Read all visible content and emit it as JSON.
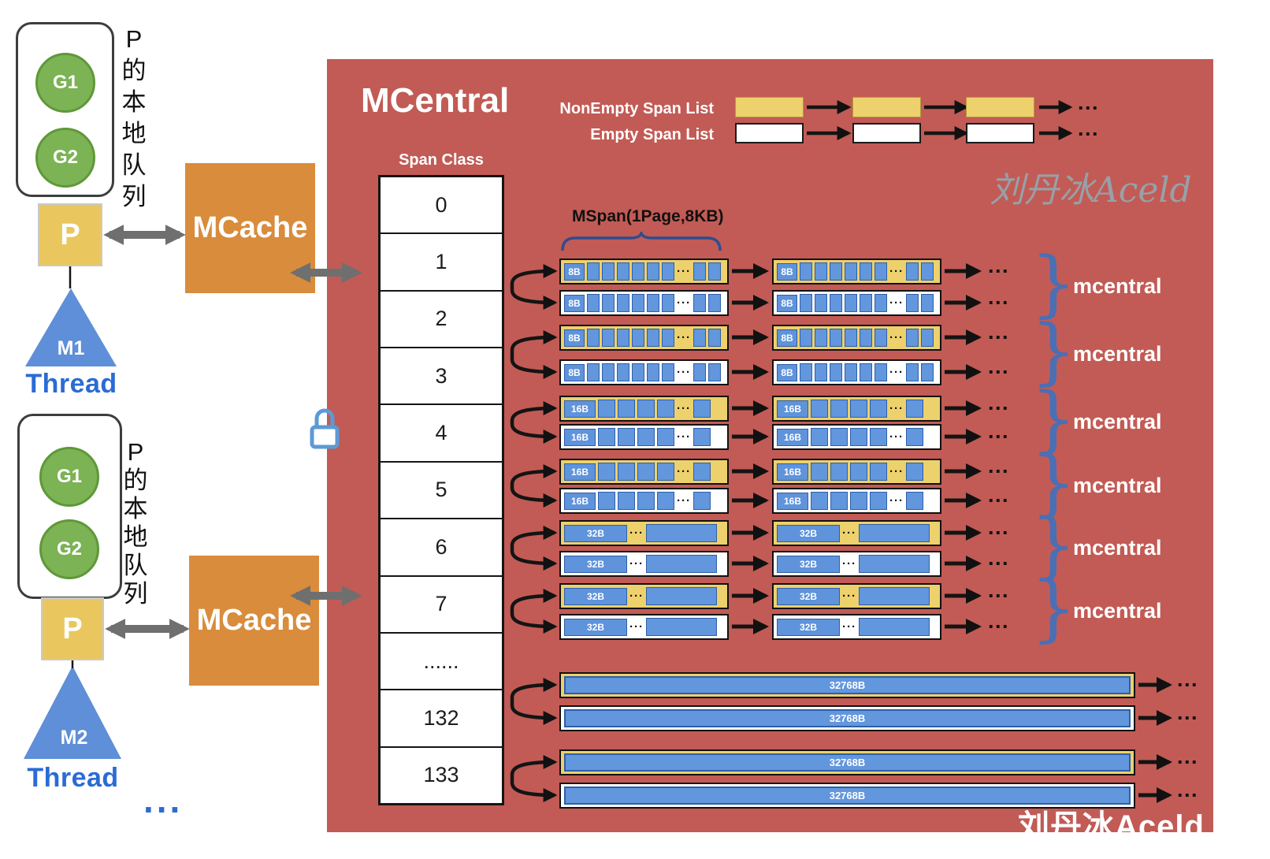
{
  "left": {
    "groups": [
      {
        "goroutines": [
          "G1",
          "G2"
        ],
        "queue_label": "P\n的\n本\n地\n队\n列",
        "p": "P",
        "m": "M1",
        "thread": "Thread"
      },
      {
        "goroutines": [
          "G1",
          "G2"
        ],
        "queue_label": "P\n的\n本\n地\n队\n列",
        "p": "P",
        "m": "M2",
        "thread": "Thread"
      }
    ],
    "ellipsis": "..."
  },
  "mcache_label": "MCache",
  "mcentral": {
    "title": "MCentral",
    "watermark": "刘丹冰Aceld",
    "legend": {
      "nonempty_label": "NonEmpty Span List",
      "empty_label": "Empty Span List",
      "box_count": 3,
      "ellipsis": "···"
    },
    "span_class": {
      "header": "Span Class",
      "cells": [
        "0",
        "1",
        "2",
        "3",
        "4",
        "5",
        "6",
        "7",
        "......",
        "132",
        "133"
      ]
    },
    "mspan_note": "MSpan(1Page,8KB)",
    "span_groups": [
      {
        "size": "8B"
      },
      {
        "size": "8B"
      },
      {
        "size": "16B"
      },
      {
        "size": "16B"
      },
      {
        "size": "32B"
      },
      {
        "size": "32B"
      },
      {
        "size": "32768B"
      },
      {
        "size": "32768B"
      }
    ],
    "brace_label": "mcentral",
    "row_ellipsis": "···"
  },
  "watermark_bottom": "刘丹冰Aceld",
  "colors": {
    "panel_red": "#C25B55",
    "span_yellow": "#EDD16C",
    "cell_blue": "#6296DD",
    "mcache_orange": "#D98C3C",
    "goroutine_green": "#7CB355",
    "machine_blue": "#5E8FD8",
    "thread_blue": "#2B6BD4",
    "brace_blue": "#4A6FB5"
  }
}
